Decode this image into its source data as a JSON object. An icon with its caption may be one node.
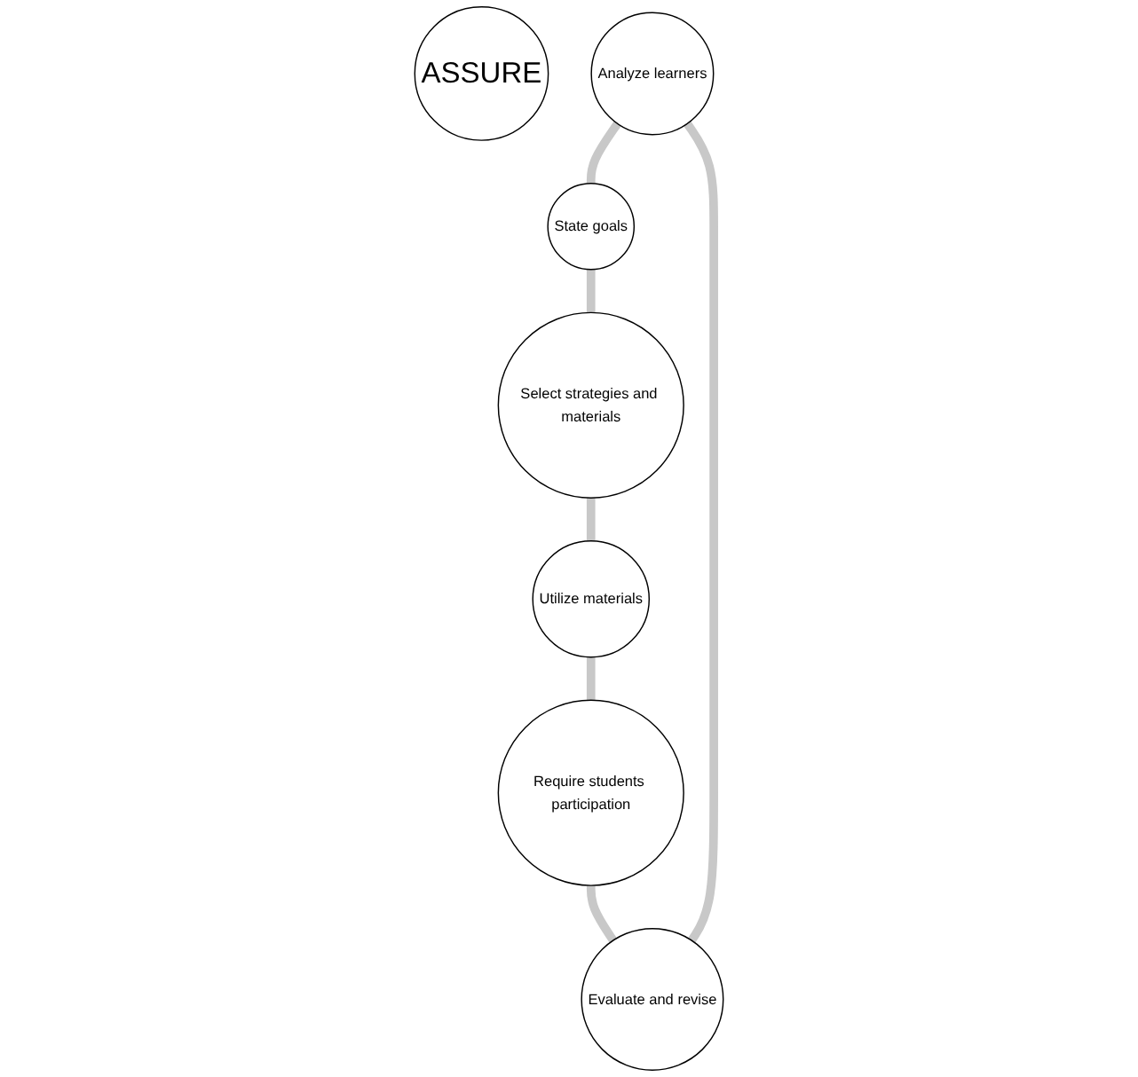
{
  "diagram": {
    "nodes": [
      {
        "text": [
          "ASSURE"
        ]
      },
      {
        "text": [
          "Analyze learners"
        ]
      },
      {
        "text": [
          "State goals"
        ]
      },
      {
        "text": [
          "Select strategies and materials"
        ]
      },
      {
        "text": [
          "Utilize materials"
        ]
      },
      {
        "text": [
          "Require students participation"
        ]
      },
      {
        "text": [
          "Evaluate and revise"
        ]
      }
    ],
    "edges": [
      {
        "from": 1,
        "to": 2,
        "arrow": "none"
      },
      {
        "from": 2,
        "to": 3,
        "arrow": "none"
      },
      {
        "from": 3,
        "to": 4,
        "arrow": "none"
      },
      {
        "from": 4,
        "to": 5,
        "arrow": "none"
      },
      {
        "from": 5,
        "to": 6,
        "arrow": "none"
      },
      {
        "from": 6,
        "to": 1,
        "arrow": "none"
      }
    ]
  }
}
